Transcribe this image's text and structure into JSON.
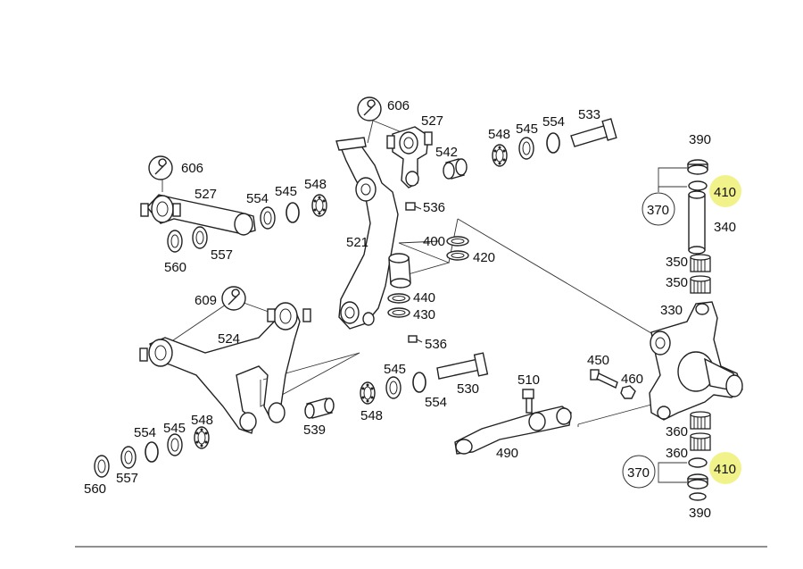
{
  "labels": {
    "l390t": "390",
    "l410t": "410",
    "l370t": "370",
    "l340": "340",
    "l350a": "350",
    "l350b": "350",
    "l330": "330",
    "l360a": "360",
    "l360b": "360",
    "l370b": "370",
    "l410b": "410",
    "l390b": "390",
    "l606a": "606",
    "l527a": "527",
    "l542": "542",
    "l536a": "536",
    "l548a": "548",
    "l545a": "545",
    "l554a": "554",
    "l533": "533",
    "l400": "400",
    "l420": "420",
    "l521": "521",
    "l440": "440",
    "l430": "430",
    "l536b": "536",
    "l606b": "606",
    "l527b": "527",
    "l554b": "554",
    "l545b": "545",
    "l548b": "548",
    "l560a": "560",
    "l557a": "557",
    "l609": "609",
    "l524": "524",
    "l545c": "545",
    "l548c": "548",
    "l554c": "554",
    "l530": "530",
    "l539": "539",
    "l554d": "554",
    "l545d": "545",
    "l548d": "548",
    "l560b": "560",
    "l557b": "557",
    "l510": "510",
    "l450": "450",
    "l460": "460",
    "l490": "490"
  },
  "colors": {
    "highlight": "#f2f28a",
    "line": "#222222"
  },
  "icons": {
    "tool": "wrench-icon"
  }
}
